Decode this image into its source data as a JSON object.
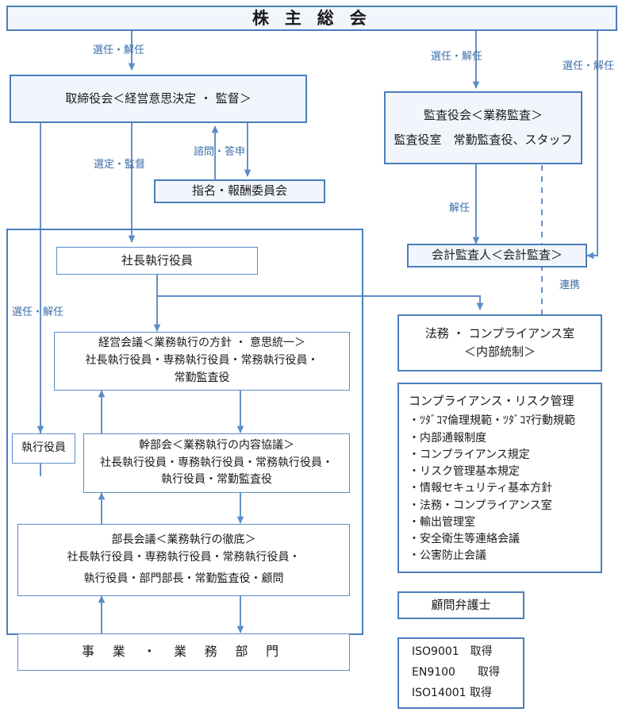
{
  "diagram": {
    "title": "株 主 総 会",
    "boxes": {
      "shareholders_meeting": "株 主 総 会",
      "board_of_directors": "取締役会＜経営意思決定 ・ 監督＞",
      "nomination_committee": "指名・報酬委員会",
      "audit_board_line1": "監査役会＜業務監査＞",
      "audit_board_line2": "監査役室　常勤監査役、スタッフ",
      "accounting_auditor": "会計監査人＜会計監査＞",
      "president": "社長執行役員",
      "executive_officer": "執行役員",
      "mgmt_meeting_line1": "経営会議＜業務執行の方針 ・ 意思統一＞",
      "mgmt_meeting_line2": "社長執行役員・専務執行役員・常務執行役員・",
      "mgmt_meeting_line3": "常勤監査役",
      "exec_meeting_line1": "幹部会＜業務執行の内容協議＞",
      "exec_meeting_line2": "社長執行役員・専務執行役員・常務執行役員・",
      "exec_meeting_line3": "執行役員・常勤監査役",
      "dept_meeting_line1": "部長会議＜業務執行の徹底＞",
      "dept_meeting_line2": "社長執行役員・専務執行役員・常務執行役員・",
      "dept_meeting_line3": "執行役員・部門部長・常勤監査役・顧問",
      "business_divisions": "事 業 ・ 業 務 部 門",
      "legal_compliance_line1": "法務 ・ コンプライアンス室",
      "legal_compliance_line2": "＜内部統制＞",
      "advisory_lawyer": "顧問弁護士"
    },
    "compliance_panel": {
      "heading": "コンプライアンス・リスク管理",
      "items": [
        "・ﾂﾀﾞｺﾏ倫理規範・ﾂﾀﾞｺﾏ行動規範",
        "・内部通報制度",
        "・コンプライアンス規定",
        "・リスク管理基本規定",
        "・情報セキュリティ基本方針",
        "・法務・コンプライアンス室",
        "・輸出管理室",
        "・安全衛生等連絡会議",
        "・公害防止会議"
      ]
    },
    "iso_panel": {
      "items": [
        "ISO9001　取得",
        "EN9100　　取得",
        "ISO14001 取得"
      ]
    },
    "edge_labels": {
      "appoint_dismiss_left": "選任・解任",
      "appoint_dismiss_mid": "選任・解任",
      "appoint_dismiss_right": "選任・解任",
      "select_supervise": "選定・監督",
      "consult_report": "諮問・答申",
      "dismiss": "解任",
      "cooperation": "連携",
      "appoint_dismiss_exec": "選任・解任"
    },
    "colors": {
      "line": "#5b8cc8",
      "border": "#4a7ebb",
      "fill": "#f2f6fc",
      "label_text": "#3b6ea8",
      "body_text": "#1a1a1a"
    }
  }
}
